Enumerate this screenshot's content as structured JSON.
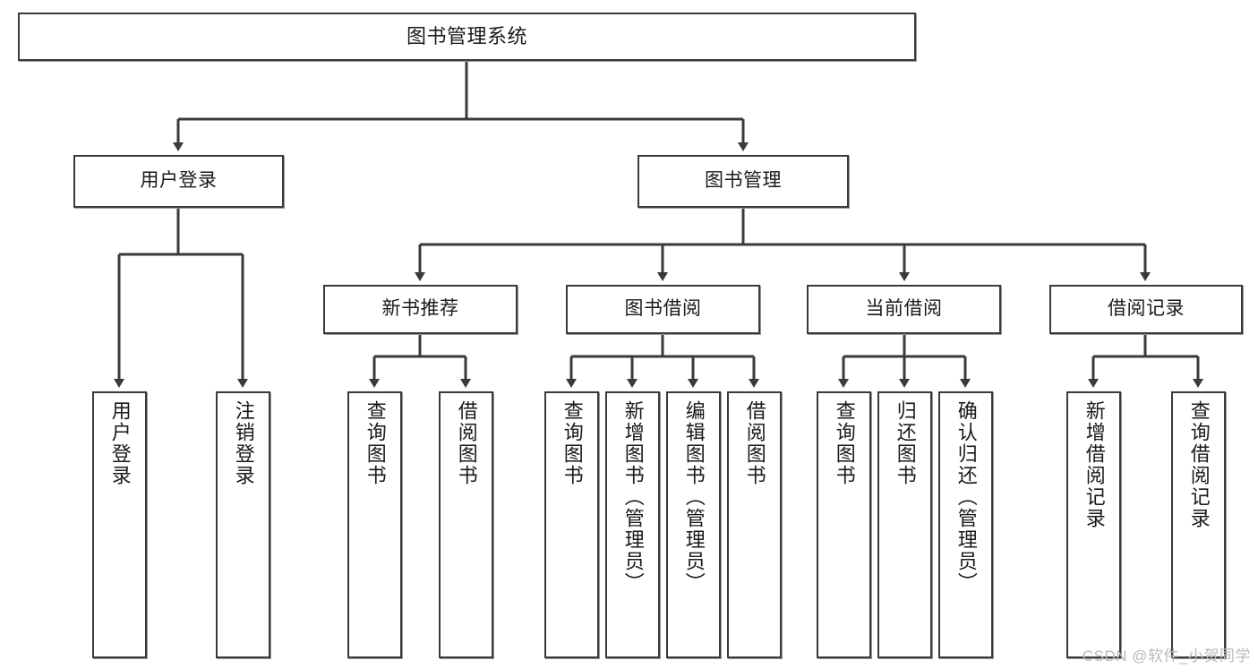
{
  "diagram": {
    "title": "图书管理系统",
    "type": "tree",
    "orientation": "top-down",
    "line_color": "#3a3a3a",
    "box_border_color": "#3a3a3a",
    "box_fill_color": "#ffffff",
    "text_color": "#1a1a1a",
    "background_color": "#ffffff"
  },
  "nodes": {
    "root": {
      "label": "图书管理系统",
      "level": 1
    },
    "l2": [
      {
        "id": "user_login",
        "label": "用户登录",
        "level": 2
      },
      {
        "id": "book_manage",
        "label": "图书管理",
        "level": 2
      }
    ],
    "l3": [
      {
        "id": "new_book_rec",
        "label": "新书推荐",
        "level": 3,
        "parent": "book_manage"
      },
      {
        "id": "book_borrow",
        "label": "图书借阅",
        "level": 3,
        "parent": "book_manage"
      },
      {
        "id": "current_borrow",
        "label": "当前借阅",
        "level": 3,
        "parent": "book_manage"
      },
      {
        "id": "borrow_record",
        "label": "借阅记录",
        "level": 3,
        "parent": "book_manage"
      }
    ],
    "leaves": [
      {
        "id": "leaf_user_login",
        "label": "用户登录",
        "parent": "user_login"
      },
      {
        "id": "leaf_logout",
        "label": "注销登录",
        "parent": "user_login"
      },
      {
        "id": "leaf_query_book_1",
        "label": "查询图书",
        "parent": "new_book_rec"
      },
      {
        "id": "leaf_borrow_book_1",
        "label": "借阅图书",
        "parent": "new_book_rec"
      },
      {
        "id": "leaf_query_book_2",
        "label": "查询图书",
        "parent": "book_borrow"
      },
      {
        "id": "leaf_add_book",
        "label": "新增图书（管理员）",
        "parent": "book_borrow"
      },
      {
        "id": "leaf_edit_book",
        "label": "编辑图书（管理员）",
        "parent": "book_borrow"
      },
      {
        "id": "leaf_borrow_book_2",
        "label": "借阅图书",
        "parent": "book_borrow"
      },
      {
        "id": "leaf_query_book_3",
        "label": "查询图书",
        "parent": "current_borrow"
      },
      {
        "id": "leaf_return_book",
        "label": "归还图书",
        "parent": "current_borrow"
      },
      {
        "id": "leaf_confirm_return",
        "label": "确认归还（管理员）",
        "parent": "current_borrow"
      },
      {
        "id": "leaf_add_record",
        "label": "新增借阅记录",
        "parent": "borrow_record"
      },
      {
        "id": "leaf_query_record",
        "label": "查询借阅记录",
        "parent": "borrow_record"
      }
    ]
  },
  "watermark": {
    "text": "CSDN @软件_小贺同学"
  }
}
